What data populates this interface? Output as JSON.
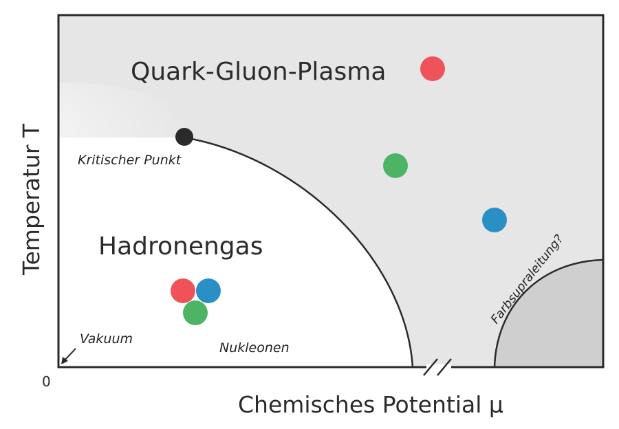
{
  "axes": {
    "x_label": "Chemisches Potential μ",
    "y_label": "Temperatur T",
    "origin": "0"
  },
  "regions": {
    "qgp": "Quark-Gluon-Plasma",
    "hadron_gas": "Hadronengas",
    "color_superconductivity": "Farbsupraleitung?"
  },
  "annotations": {
    "critical_point": "Kritischer Punkt",
    "vacuum": "Vakuum",
    "nucleons": "Nukleonen"
  },
  "colors": {
    "quark_red": "#ef5258",
    "quark_green": "#4cb464",
    "quark_blue": "#2a8fc4",
    "critical_point": "#2a2a2a",
    "qgp_fill": "#e6e6e6",
    "superconducting_fill": "#cfcfcf",
    "outline": "#2a2a2a"
  }
}
